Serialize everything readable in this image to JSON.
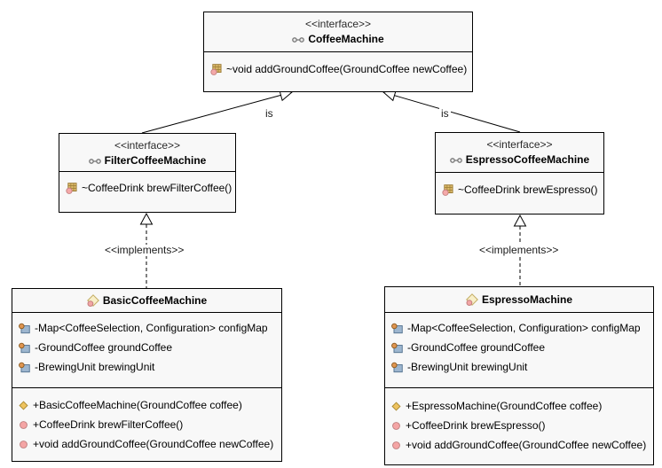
{
  "diagram": {
    "background_color": "#ffffff",
    "node_fill_color": "#f8f8f8",
    "node_border_color": "#000000",
    "method_icon_color": "#f4a5a5",
    "constructor_icon_color": "#eec35f",
    "field_icon_color": "#9db6cf",
    "interface_method_icon_color": "#dcba6a",
    "class_icon_color": "#f8efc8"
  },
  "nodes": {
    "coffee_machine": {
      "stereotype": "<<interface>>",
      "name": "CoffeeMachine",
      "methods": [
        "~void addGroundCoffee(GroundCoffee newCoffee)"
      ]
    },
    "filter_coffee_machine": {
      "stereotype": "<<interface>>",
      "name": "FilterCoffeeMachine",
      "methods": [
        "~CoffeeDrink brewFilterCoffee()"
      ]
    },
    "espresso_coffee_machine": {
      "stereotype": "<<interface>>",
      "name": "EspressoCoffeeMachine",
      "methods": [
        "~CoffeeDrink brewEspresso()"
      ]
    },
    "basic_coffee_machine": {
      "name": "BasicCoffeeMachine",
      "fields": [
        "-Map<CoffeeSelection, Configuration> configMap",
        "-GroundCoffee groundCoffee",
        "-BrewingUnit brewingUnit"
      ],
      "methods": [
        "+BasicCoffeeMachine(GroundCoffee coffee)",
        "+CoffeeDrink brewFilterCoffee()",
        "+void addGroundCoffee(GroundCoffee newCoffee)"
      ]
    },
    "espresso_machine": {
      "name": "EspressoMachine",
      "fields": [
        "-Map<CoffeeSelection, Configuration> configMap",
        "-GroundCoffee groundCoffee",
        "-BrewingUnit brewingUnit"
      ],
      "methods": [
        "+EspressoMachine(GroundCoffee coffee)",
        "+CoffeeDrink brewEspresso()",
        "+void addGroundCoffee(GroundCoffee newCoffee)"
      ]
    }
  },
  "edges": {
    "left_is": {
      "label": "is"
    },
    "right_is": {
      "label": "is"
    },
    "left_implements": {
      "label": "<<implements>>"
    },
    "right_implements": {
      "label": "<<implements>>"
    }
  }
}
